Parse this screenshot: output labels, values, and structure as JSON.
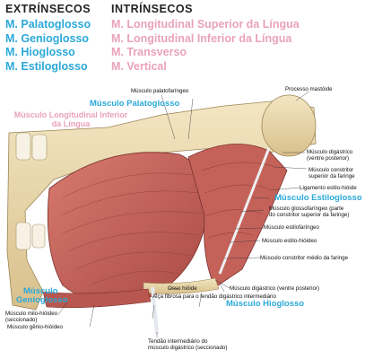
{
  "legend": {
    "extrinsic_heading": "EXTRÍNSECOS",
    "extrinsic_items": [
      "M. Palatoglosso",
      "M. Genioglosso",
      "M. Hioglosso",
      "M. Estiloglosso"
    ],
    "intrinsic_heading": "INTRÍNSECOS",
    "intrinsic_items": [
      "M. Longitudinal Superior da Língua",
      "M. Longitudinal Inferior da Língua",
      "M. Transverso",
      "M. Vertical"
    ]
  },
  "highlight_labels": {
    "palatoglosso": "Músculo Palatoglosso",
    "longitudinal_inferior_1": "Músculo Longitudinal Inferior",
    "longitudinal_inferior_2": "da Língua",
    "estiloglosso": "Músculo Estiloglosso",
    "genioglosso_1": "Músculo",
    "genioglosso_2": "Genioglosso",
    "hioglosso": "Músculo Hioglosso"
  },
  "anatomy_labels": {
    "palatofaringeo": "Músculo palatofaríngeo",
    "processo_mastoide": "Processo mastóide",
    "digastrico_post_1": "Músculo digástrico",
    "digastrico_post_2": "(ventre posterior)",
    "constritor_sup_1": "Músculo constritor",
    "constritor_sup_2": "superior da faringe",
    "ligamento": "Ligamento estilo-hióide",
    "glossofaringeo_1": "Músculo glossofaríngeo (parte",
    "glossofaringeo_2": "do constritor superior da faringe)",
    "estilofaringeo": "Músculo estilofaríngeo",
    "estilo_hioideo": "Músculo estilo-hióideo",
    "constritor_medio": "Músculo constritor médio da faringe",
    "digastrico_post_b": "Músculo digástrico (ventre posterior)",
    "osso_hioide": "Osso hióide",
    "alca": "Alça fibrosa para o tendão digástrico intermediário",
    "milo_hioideo_1": "Músculo milo-hióideo",
    "milo_hioideo_2": "(seccionado)",
    "genio_hioideo": "Músculo gênio-hióideo",
    "tendao_1": "Tendão intermediário do",
    "tendao_2": "músculo digástrico (seccionado)"
  },
  "colors": {
    "extrinsic": "#2ba9d9",
    "intrinsic": "#e9a2ba",
    "muscle": "#c8605a",
    "bone": "#e8d6a8",
    "tendon": "#e4e8ee"
  }
}
